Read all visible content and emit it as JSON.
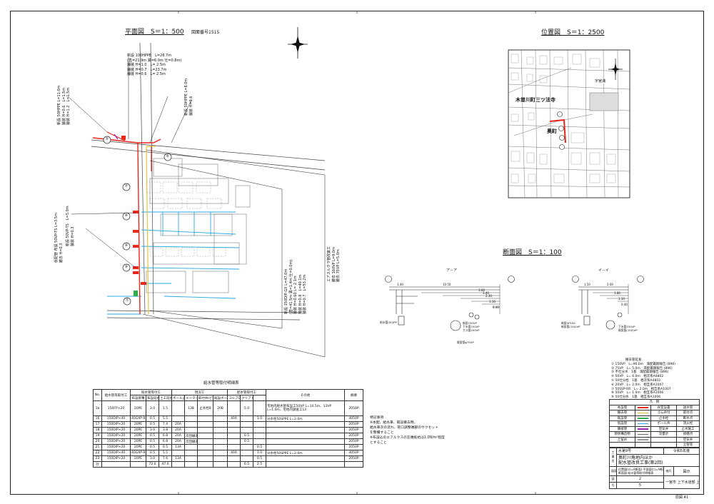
{
  "plan": {
    "title": "平面図　S＝1：500",
    "drawing_no": "図面番号1515"
  },
  "location": {
    "title": "位置図　S＝1：2500",
    "place1": "木曽川町三ツ法寺",
    "place2": "奥町",
    "place3": "字宮浦"
  },
  "section": {
    "title": "断面図　S＝1：100",
    "a_label": "ア－ア",
    "b_label": "イ－イ",
    "a_dims": [
      "1.40",
      "10.50",
      "3.60",
      "3.40",
      "2.30",
      "1.10",
      "0.40"
    ],
    "b_dims": [
      "1.50",
      "2.00",
      "1.80",
      "1.10",
      "0.40"
    ],
    "a_notes": [
      "給水管(50)PP",
      "新設150VP",
      "下水管150VP",
      "ガス管200VP",
      "既設管φ75VP"
    ],
    "b_notes": [
      "新設VP100",
      "新設管(150)VP",
      "下水管150VP",
      "既設管(100)VP"
    ]
  },
  "callouts": {
    "top": [
      "新設 100HPPE　L=28.7m",
      "(直=21.9m 異=6.0m 仕=0.8m)",
      "舗装 H=1.0　L= 2.5m",
      "舗装 H=0.7　L=23.7m",
      "舗装 H=0.6　L= 2.5m"
    ],
    "left_top": [
      "新設 50HPPE L=11.0m",
      "舗装 H=0.6　L=1.5m",
      "舗装 H=1.2　L=1.5m"
    ],
    "left_top2": [
      "新設 50HPPE L=8.0m",
      "舗装 H=0.6"
    ],
    "right": [
      "新設 150DIP-GX L=47.0m",
      "(直=41.5m 異=1.4m 仕=0.0m)",
      "舗装 H=0.60 L= 2.1m",
      "舗装 H=0.8　L=40.1m",
      "舗装 H=0.7　L=53.2m"
    ],
    "right2": [
      "エアスルクラ管改築工",
      "撤去 160VP L=9.0m",
      "撤去 75VP L=5.0m"
    ],
    "left_mid": [
      "新設 50VP-TS　L=5.0m",
      "舗装 H=0.3"
    ],
    "left_mid2": [
      "仮配管 布設 50VP-TS L=3.5m",
      "撤去 H=0.3"
    ]
  },
  "markers": [
    "⑤",
    "⑥",
    "⑦",
    "⑧",
    "⑨",
    "⑩",
    "⑪"
  ],
  "sched": {
    "title": "給水管等取付明細表",
    "header_top": [
      "No.",
      "給水管等取付工",
      "既水管等付工",
      "",
      "",
      "",
      "現況工",
      "",
      "",
      "",
      "配水管取付工",
      "",
      "その他",
      "摘要"
    ],
    "header_sub": [
      "",
      "",
      "布設管種",
      "布設延長",
      "土工延長",
      "ボール止水栓",
      "メーター",
      "取付弁/ピエ",
      "既設ボール",
      "コルプロト",
      "クリアトリ",
      "",
      "",
      ""
    ],
    "rows": [
      [
        "1b",
        "150FP×20",
        "20PE",
        "3.0",
        "1.5",
        "",
        "13B",
        "止水栓B",
        "20B",
        "",
        "5.0",
        "",
        "宅地内給水管布設工50VP L=14.5m、13VP L=1.0m、宅地内調査工13",
        "2050P"
      ],
      [
        "16",
        "150DIP×40",
        "40GXP-RR",
        "0.5",
        "5.5",
        "",
        "",
        "",
        "",
        "40A",
        "",
        "1.0",
        "分水栓50SPPE L=2.0m",
        "4050P"
      ],
      [
        "17",
        "150DIP×20",
        "20PE",
        "0.5",
        "7.4",
        "20A",
        "",
        "",
        "",
        "",
        "",
        "",
        "",
        "2050P"
      ],
      [
        "18",
        "150DIP×20",
        "20PE",
        "3.0",
        "3.8",
        "20A",
        "",
        "",
        "",
        "",
        "",
        "",
        "",
        "2050P"
      ],
      [
        "19",
        "150DIP×20",
        "20PE",
        "0.5",
        "6.8",
        "20A",
        "次回撤去",
        "",
        "",
        "",
        "0.5",
        "",
        "",
        "2050P"
      ],
      [
        "20",
        "150DIP×20",
        "20PE",
        "0.5",
        "6.8",
        "20A",
        "次回撤去",
        "",
        "",
        "",
        "0.5",
        "",
        "",
        "2050P"
      ],
      [
        "21",
        "150DIP×20",
        "20PE",
        "0.5",
        "0.5",
        "13A",
        "",
        "",
        "",
        "",
        "",
        "0.5",
        "",
        "2050P"
      ],
      [
        "22",
        "150DIP×40",
        "40GXP-RR",
        "0.5",
        "5.5",
        "",
        "",
        "",
        "",
        "40A",
        "",
        "1.0",
        "分水栓50SPPE L=2.0m",
        "4050P"
      ],
      [
        "23",
        "150DIP×20",
        "20PE",
        "3.0",
        "7.6",
        "13A",
        "",
        "",
        "",
        "",
        "",
        "0.5",
        "",
        "2050P"
      ],
      [
        "計",
        "",
        "",
        "72.0",
        "47.0",
        "",
        "",
        "",
        "",
        "",
        "6.5",
        "2.5",
        "",
        ""
      ]
    ]
  },
  "notes": [
    "特記事項",
    "※本配、給水車、既設撤去時。",
    "給水車次の流れ、管口調整端部のサクセット",
    "を整備すること",
    "※布設込のエアルクスの圧端抵抗は1.0N/m²程度",
    "とすること"
  ],
  "pipelist": [
    "撤去管延長",
    "① 150VP　L=96.0m　満配最期報告 (896)",
    "② 75VP　L= 5.0m　満配最期報告 (896)",
    "③ 不仕分水　1基　満配最期報告 (896)",
    "④ 50VP　L= 6.0m　相次系A4802",
    "⑤ 50仕分栓　1基　相次系A4802",
    "⑥ 20VP　L= 2.0m　相互系A1007",
    "⑦ 50SSP-RR　L= 2.0m　相互系A1007",
    "⑧ 50VP　L= 1.0m　相互系A1006",
    "⑨ 50仕分水　1基　相互系A1006"
  ],
  "legend": {
    "title": "凡　例",
    "rows": [
      [
        "本設管",
        "",
        "弁室設置",
        "送水管"
      ],
      [
        "撤去管",
        "",
        "ゴム弁付",
        "取付点"
      ],
      [
        "既設管",
        "",
        "止水栓",
        "断水点"
      ],
      [
        "仮設管",
        "",
        "ボール弁",
        "消火栓"
      ],
      [
        "隣接管",
        "",
        "空気弁",
        "止水施工"
      ],
      [
        "現状構造物",
        "",
        "流量計",
        "修繕点"
      ],
      [
        "土留め",
        "",
        "",
        "空気弁"
      ],
      [
        "",
        "",
        "",
        "立管等"
      ]
    ]
  },
  "titleblock": {
    "r1": "水第9号",
    "r1b": "令和5年度",
    "r2": "奥町川角地内ほか",
    "r3": "配水管改良工事(第2回)",
    "r4a": "位置図(ロ=A断面) 平面図(ロ=A断面)",
    "r4b": "断面図 給水管等取付明細表",
    "r4c": "図面",
    "r4d": "縮尺",
    "r4e": "図示",
    "r5a": "図",
    "r5b": "2",
    "r6a": "号",
    "r6b": "5",
    "org": "一宮市 上下水道部 上水道整備課"
  },
  "page_no": "原図 41"
}
